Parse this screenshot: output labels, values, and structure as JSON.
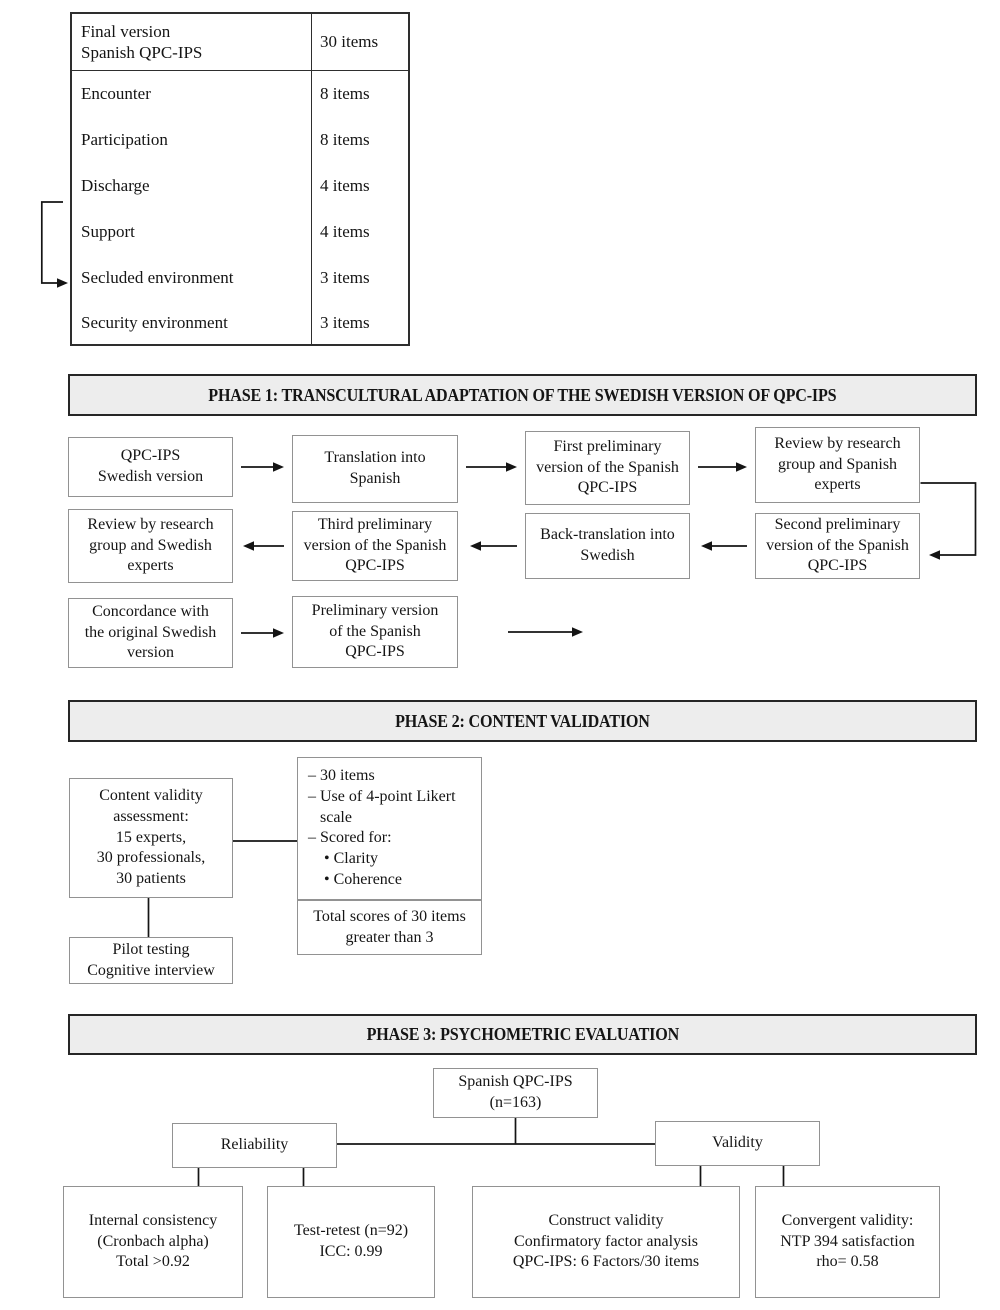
{
  "table": {
    "header": {
      "label": "Final version\nSpanish QPC-IPS",
      "value": "30 items"
    },
    "rows": [
      {
        "label": "Encounter",
        "value": "8 items"
      },
      {
        "label": "Participation",
        "value": "8 items"
      },
      {
        "label": "Discharge",
        "value": "4 items"
      },
      {
        "label": "Support",
        "value": "4 items"
      },
      {
        "label": "Secluded environment",
        "value": "3 items"
      },
      {
        "label": "Security environment",
        "value": "3 items"
      }
    ]
  },
  "phase1": {
    "title": "PHASE 1: TRANSCULTURAL ADAPTATION OF THE SWEDISH VERSION OF QPC-IPS",
    "boxes": {
      "swedish_version": "QPC-IPS\nSwedish version",
      "translation": "Translation into\nSpanish",
      "first_preliminary": "First preliminary\nversion of the Spanish\nQPC-IPS",
      "review_spanish": "Review by research\ngroup and Spanish\nexperts",
      "second_preliminary": "Second preliminary\nversion of the Spanish\nQPC-IPS",
      "back_translation": "Back-translation into\nSwedish",
      "third_preliminary": "Third preliminary\nversion of the Spanish\nQPC-IPS",
      "review_swedish": "Review by research\ngroup and Swedish\nexperts",
      "concordance": "Concordance with\nthe original Swedish\nversion",
      "preliminary": "Preliminary version\nof the Spanish\nQPC-IPS"
    }
  },
  "phase2": {
    "title": "PHASE 2: CONTENT VALIDATION",
    "boxes": {
      "content_validity": "Content validity\nassessment:\n15 experts,\n30 professionals,\n30 patients",
      "criteria": "– 30 items\n– Use of 4-point Likert\n   scale\n– Scored for:\n    • Clarity\n    • Coherence",
      "total_scores": "Total scores of 30 items\ngreater than 3",
      "pilot": "Pilot testing\nCognitive interview"
    }
  },
  "phase3": {
    "title": "PHASE 3: PSYCHOMETRIC EVALUATION",
    "boxes": {
      "spanish_qpc": "Spanish QPC-IPS\n(n=163)",
      "reliability": "Reliability",
      "validity": "Validity",
      "internal_consistency": "Internal consistency\n(Cronbach alpha)\nTotal >0.92",
      "test_retest": "Test-retest (n=92)\nICC: 0.99",
      "construct_validity": "Construct validity\nConfirmatory factor analysis\nQPC-IPS: 6 Factors/30 items",
      "convergent_validity": "Convergent validity:\nNTP 394 satisfaction\nrho= 0.58"
    }
  },
  "colors": {
    "header_fill": "#ededed",
    "dark_border": "#262626",
    "box_border": "#929292",
    "text": "#151515"
  }
}
